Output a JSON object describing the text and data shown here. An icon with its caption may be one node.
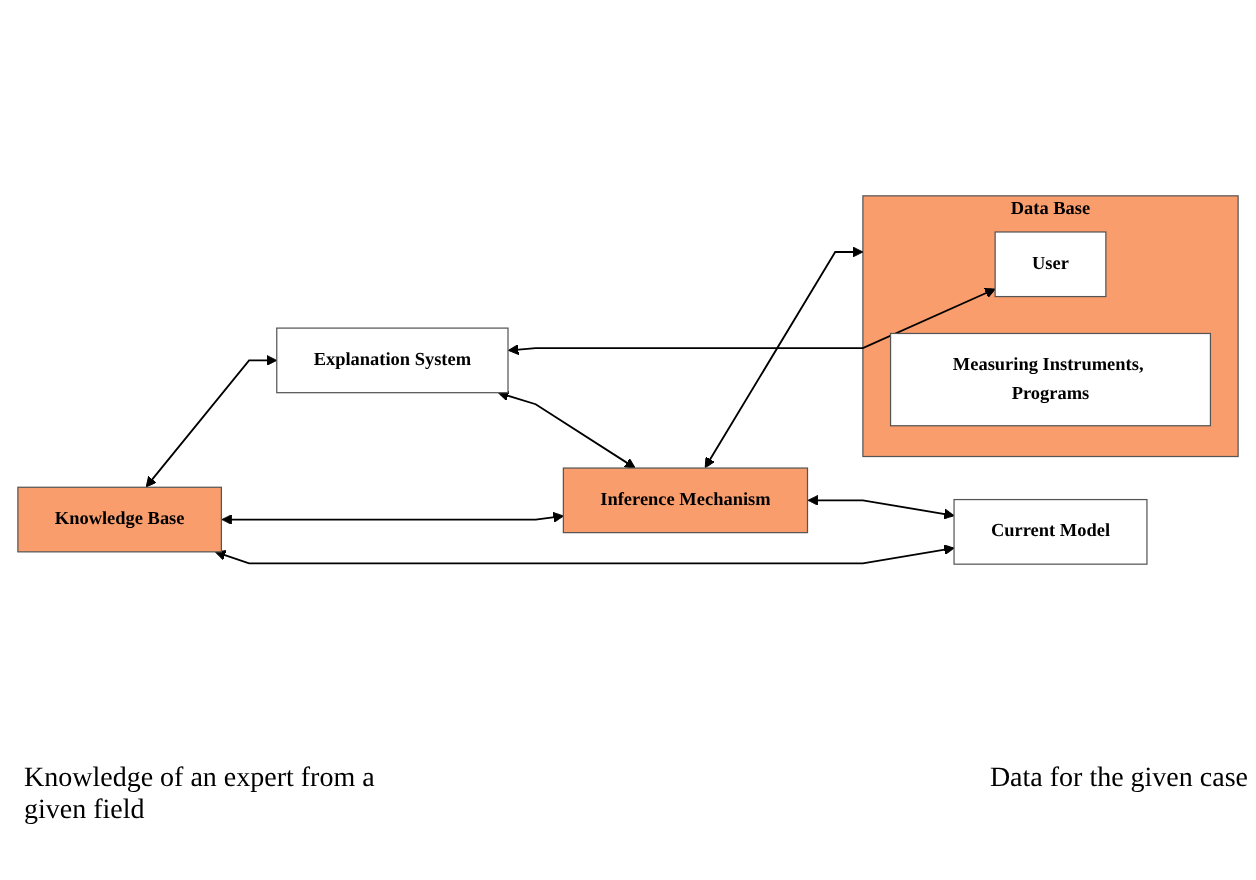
{
  "diagram": {
    "nodes": [
      {
        "text": [
          "Knowledge Base"
        ]
      },
      {
        "text": [
          "Explanation System"
        ]
      },
      {
        "text": [
          "Inference Mechanism"
        ]
      },
      {
        "text": [
          "Current Model"
        ]
      },
      {
        "text": [
          "Data Base"
        ]
      },
      {
        "text": [
          "User"
        ],
        "in": 4
      },
      {
        "text": [
          "Measuring Instruments, Programs"
        ],
        "in": 4
      }
    ],
    "edges": [
      {
        "from": 0,
        "to": 1,
        "arrow": "both"
      },
      {
        "from": 0,
        "to": 2,
        "arrow": "both"
      },
      {
        "from": 0,
        "to": 3,
        "arrow": "both"
      },
      {
        "from": 1,
        "to": 2,
        "arrow": "both"
      },
      {
        "from": 2,
        "to": 3,
        "arrow": "both"
      },
      {
        "from": 1,
        "to": 5,
        "arrow": "both"
      },
      {
        "from": 2,
        "to": 4,
        "arrow": "both"
      }
    ],
    "labels": [
      "Knowledge of an expert from a given field",
      "Data for the given case"
    ]
  }
}
